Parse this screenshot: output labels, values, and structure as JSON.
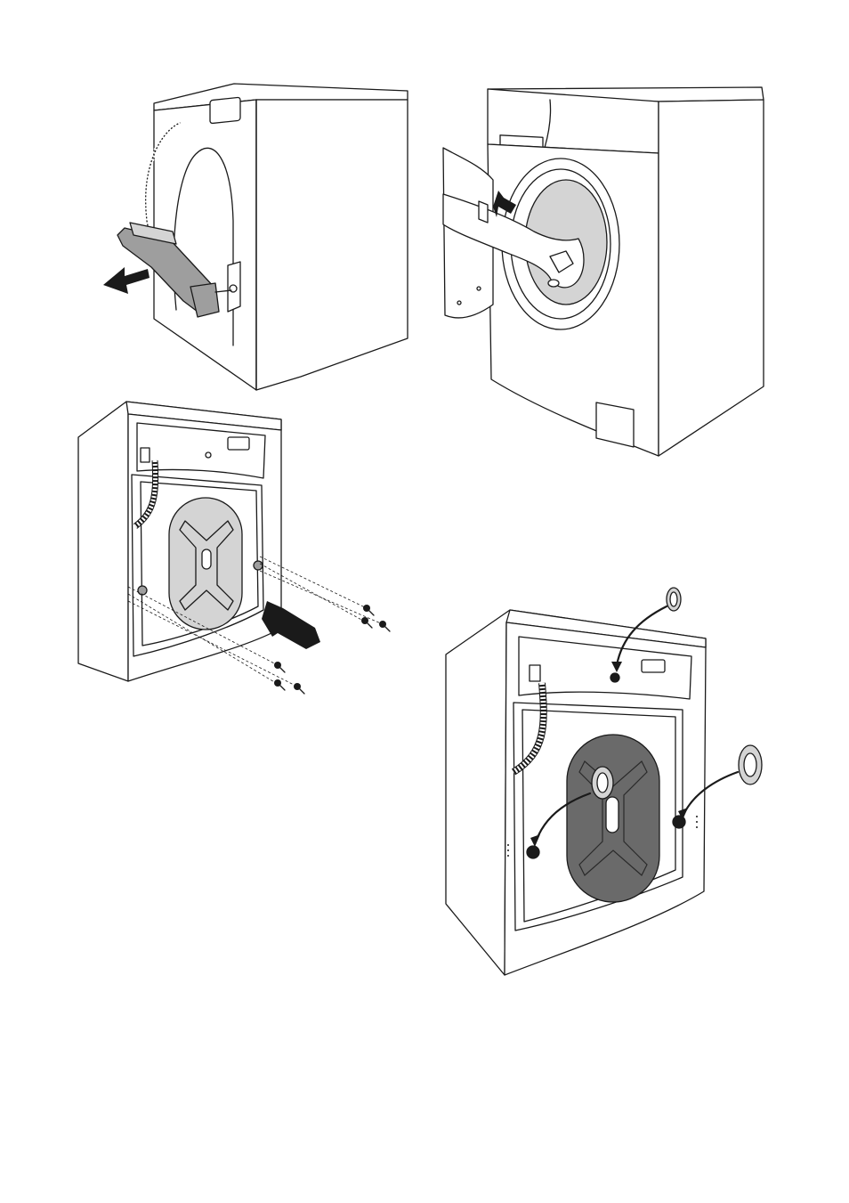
{
  "figure": {
    "steps": [
      {
        "id": "remove-transit-bracket",
        "arrow_color": "#2a2a2a"
      },
      {
        "id": "remove-drum-packing",
        "arrow_color": "#2a2a2a"
      },
      {
        "id": "remove-transit-bolts",
        "arrow_color": "#2a2a2a"
      },
      {
        "id": "fit-hole-caps",
        "arrow_color": "#1a1a1a"
      }
    ],
    "colors": {
      "line": "#1a1a1a",
      "panel_fill_light": "#d4d4d4",
      "panel_fill_dark": "#6a6a6a",
      "background": "#ffffff"
    },
    "icons": [
      "bracket-icon",
      "hand-icon",
      "screw-icon",
      "plug-cap-icon",
      "arrow-icon"
    ]
  }
}
